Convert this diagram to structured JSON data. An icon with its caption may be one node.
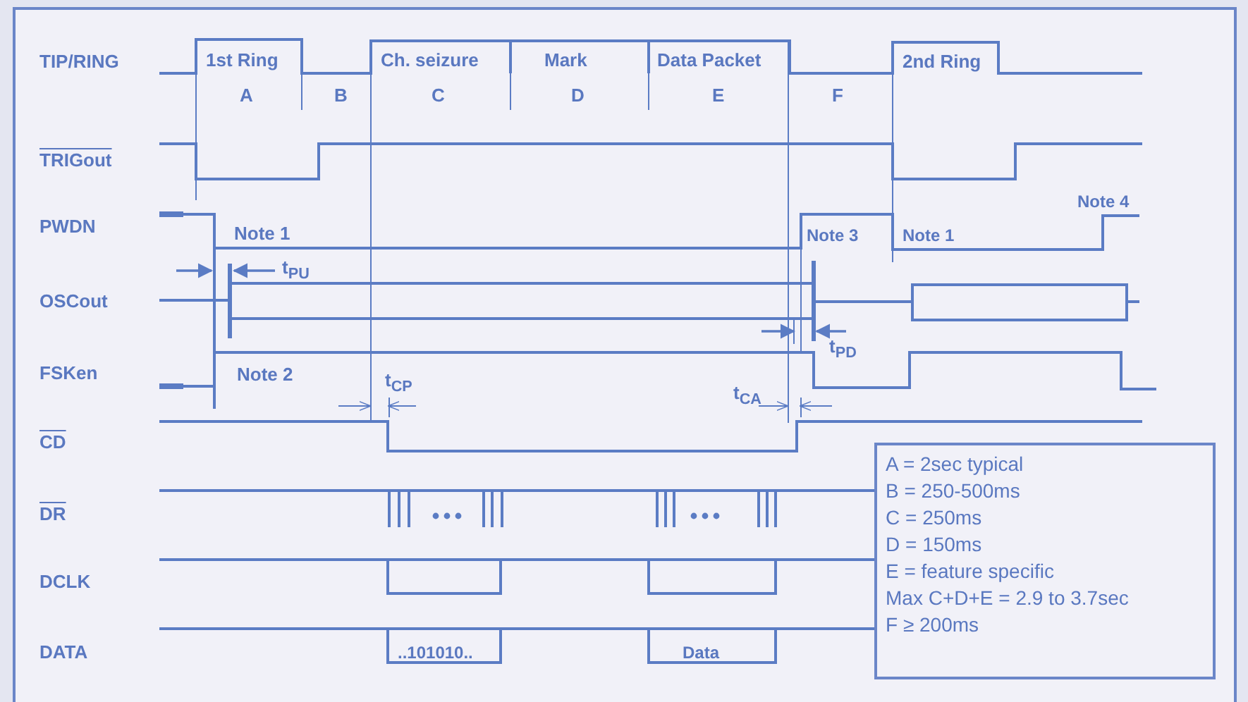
{
  "diagram": {
    "labels": [
      "TIP/RING",
      "TRIGout",
      "PWDN",
      "OSCout",
      "FSKen",
      "CD",
      "DR",
      "DCLK",
      "DATA",
      "1st Ring",
      "Ch. seizure",
      "Mark",
      "Data Packet",
      "2nd Ring",
      "A",
      "B",
      "C",
      "D",
      "E",
      "F",
      "Note 1",
      "Note 2",
      "Note 3",
      "Note 1",
      "Note 4",
      "t$_{PU}$",
      "t$_{PD}$",
      "t$_{CP}$",
      "t$_{CA}$",
      "..101010..",
      "Data",
      "A = 2sec typical",
      "B = 250-500ms",
      "C = 250ms",
      "D = 150ms",
      "E = feature specific",
      "Max C+D+E = 2.9 to 3.7sec",
      "F ≥ 200ms"
    ]
  }
}
